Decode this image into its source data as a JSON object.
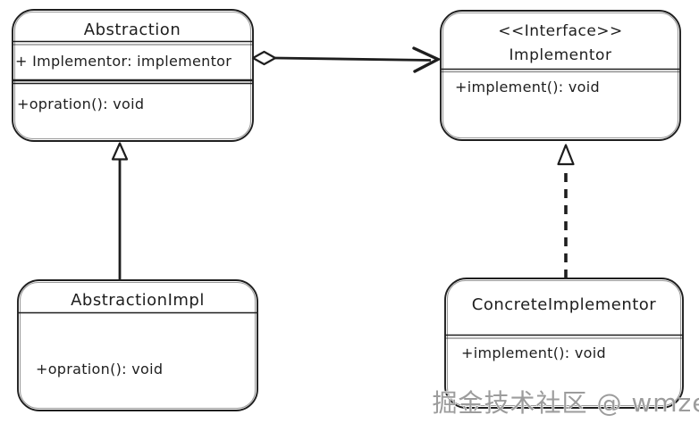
{
  "canvas": {
    "kind": "uml-class-diagram",
    "pattern": "Bridge",
    "background": "#ffffff",
    "stroke_color": "#1e1e1e"
  },
  "classes": {
    "abstraction": {
      "name": "Abstraction",
      "attribute": "+ Implementor: implementor",
      "method": "+opration(): void"
    },
    "implementor": {
      "stereotype": "<<Interface>>",
      "name": "Implementor",
      "method": "+implement(): void"
    },
    "abstraction_impl": {
      "name": "AbstractionImpl",
      "method": "+opration(): void"
    },
    "concrete_implementor": {
      "name": "ConcreteImplementor",
      "method": "+implement(): void"
    }
  },
  "relationships": [
    {
      "type": "aggregation",
      "from": "Abstraction",
      "to": "Implementor",
      "line": "solid",
      "head": "open-arrow",
      "tail": "hollow-diamond"
    },
    {
      "type": "generalization",
      "from": "AbstractionImpl",
      "to": "Abstraction",
      "line": "solid",
      "head": "hollow-triangle"
    },
    {
      "type": "realization",
      "from": "ConcreteImplementor",
      "to": "Implementor",
      "line": "dashed",
      "head": "hollow-triangle"
    }
  ],
  "watermark": {
    "text": "掘金技术社区 @ wmze",
    "color": "#9c9c9c"
  }
}
